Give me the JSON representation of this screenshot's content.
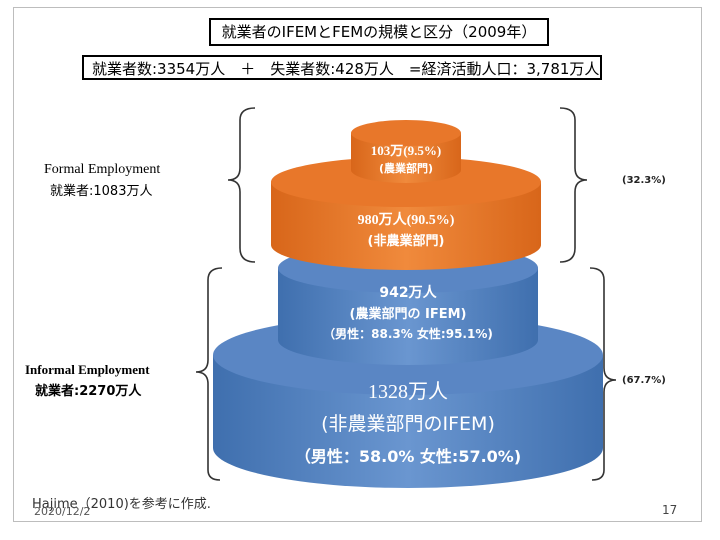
{
  "title": "就業者のIFEMとFEMの規模と区分（2009年）",
  "formula": "就業者数:3354万人　＋　失業者数:428万人　=経済活動人口：3,781万人",
  "formal": {
    "label_en": "Formal Employment",
    "label_jp": "就業者:1083万人",
    "percent": "(32.3%)",
    "top_tier": {
      "line1": "103万(9.5%)",
      "line2": "(農業部門)"
    },
    "bottom_tier": {
      "line1": "980万人(90.5%)",
      "line2": "(非農業部門)"
    }
  },
  "informal": {
    "label_en": "Informal Employment",
    "label_jp": "就業者:2270万人",
    "percent": "(67.7%)",
    "top_tier": {
      "line1": "942万人",
      "line2": "(農業部門の IFEM)",
      "line3": "（男性：88.3%  女性:95.1%)"
    },
    "bottom_tier": {
      "line1": "1328万人",
      "line2": "(非農業部門のIFEM)",
      "line3": "（男性：58.0%  女性:57.0%)"
    }
  },
  "footer": {
    "source": "Hajime（2010)を参考に作成.",
    "date": "2020/12/2",
    "page_number": "17"
  },
  "colors": {
    "formal": "#e0701f",
    "informal": "#4f7fbe"
  }
}
